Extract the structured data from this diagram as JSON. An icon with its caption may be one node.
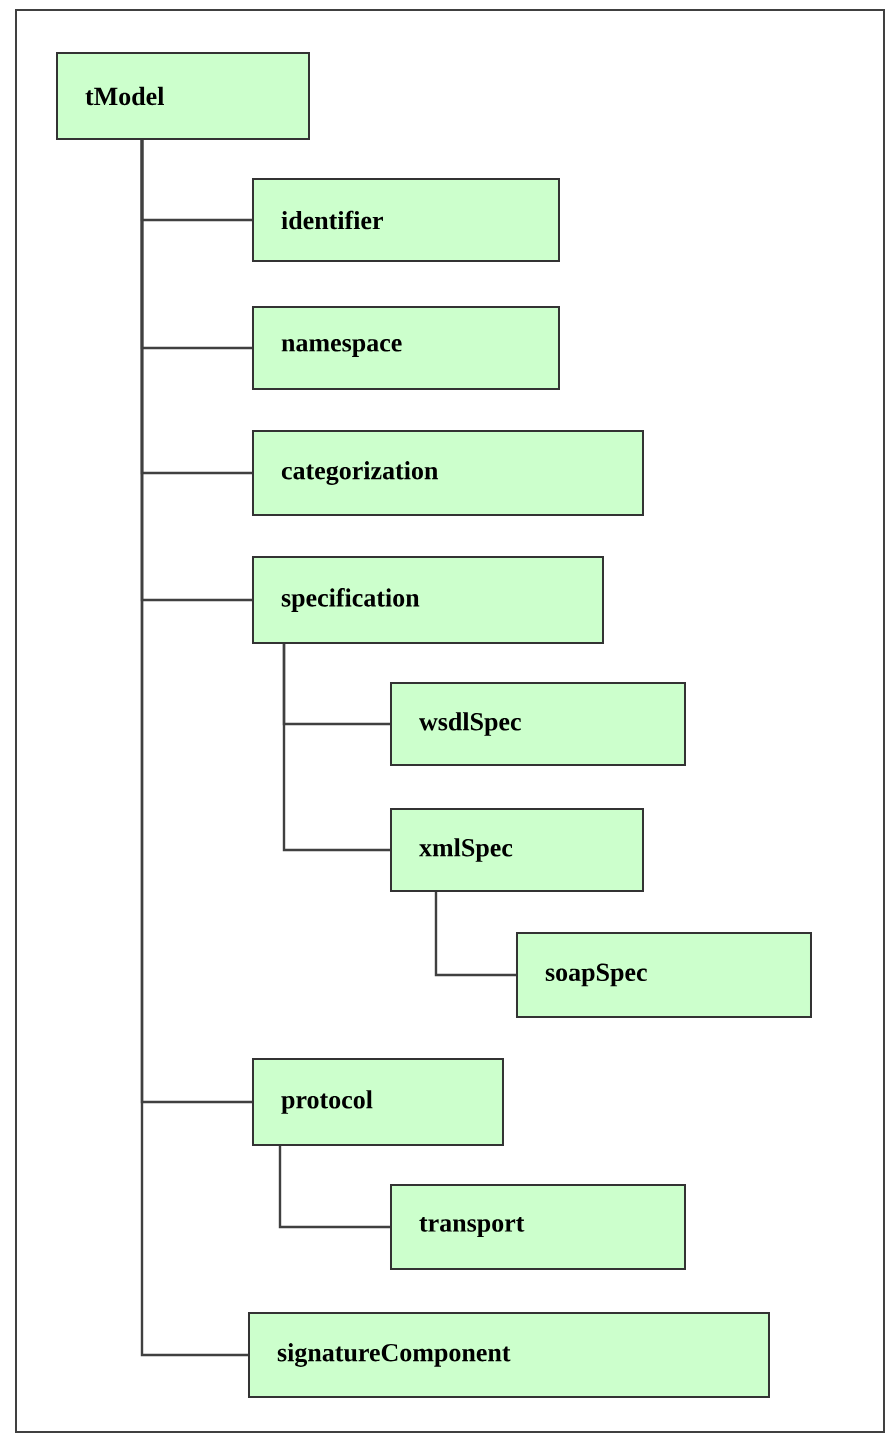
{
  "diagram": {
    "nodes": [
      {
        "text": [
          "tModel"
        ]
      },
      {
        "text": [
          "identifier"
        ]
      },
      {
        "text": [
          "namespace"
        ]
      },
      {
        "text": [
          "categorization"
        ]
      },
      {
        "text": [
          "specification"
        ]
      },
      {
        "text": [
          "wsdlSpec"
        ]
      },
      {
        "text": [
          "xmlSpec"
        ]
      },
      {
        "text": [
          "soapSpec"
        ]
      },
      {
        "text": [
          "protocol"
        ]
      },
      {
        "text": [
          "transport"
        ]
      },
      {
        "text": [
          "signatureComponent"
        ]
      }
    ],
    "edges": [
      {
        "from": 0,
        "to": 1,
        "arrow": "none"
      },
      {
        "from": 0,
        "to": 2,
        "arrow": "none"
      },
      {
        "from": 0,
        "to": 3,
        "arrow": "none"
      },
      {
        "from": 0,
        "to": 4,
        "arrow": "none"
      },
      {
        "from": 4,
        "to": 5,
        "arrow": "none"
      },
      {
        "from": 4,
        "to": 6,
        "arrow": "none"
      },
      {
        "from": 6,
        "to": 7,
        "arrow": "none"
      },
      {
        "from": 0,
        "to": 8,
        "arrow": "none"
      },
      {
        "from": 8,
        "to": 9,
        "arrow": "none"
      },
      {
        "from": 0,
        "to": 10,
        "arrow": "none"
      }
    ]
  }
}
